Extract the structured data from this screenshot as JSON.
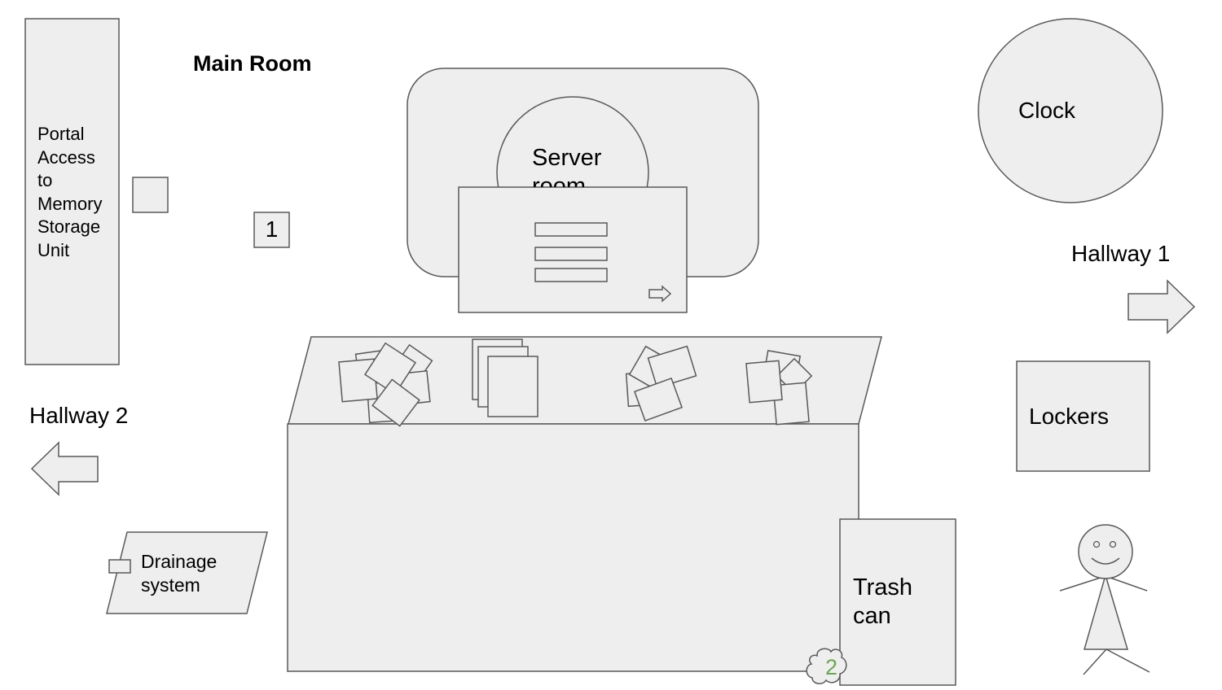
{
  "title": "Main Room",
  "labels": {
    "portal": "Portal Access to Memory Storage Unit",
    "marker_1": "1",
    "server_room": "Server room",
    "clock": "Clock",
    "hallway_1": "Hallway 1",
    "hallway_2": "Hallway 2",
    "lockers": "Lockers",
    "drainage": "Drainage system",
    "trash_can": "Trash can",
    "marker_2": "2"
  },
  "colors": {
    "fill": "#eeeeee",
    "stroke": "#595959",
    "marker_2_text": "#6aa84f"
  }
}
